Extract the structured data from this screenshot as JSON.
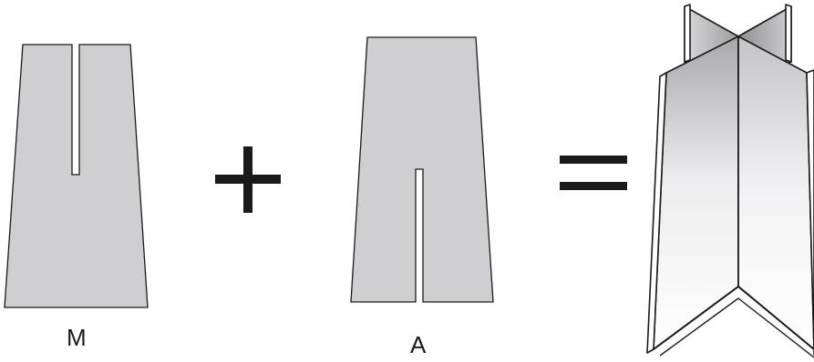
{
  "labels": {
    "piece_m": "M",
    "piece_a": "A"
  },
  "colors": {
    "piece_fill": "#cfcfd1",
    "stroke": "#1a1a1a",
    "operator": "#1a1a1a",
    "panel_gradient_light": "#ffffff",
    "panel_gradient_dark": "#b9b9bb"
  },
  "icons": {
    "plus": "plus-sign",
    "equals": "equals-sign"
  }
}
